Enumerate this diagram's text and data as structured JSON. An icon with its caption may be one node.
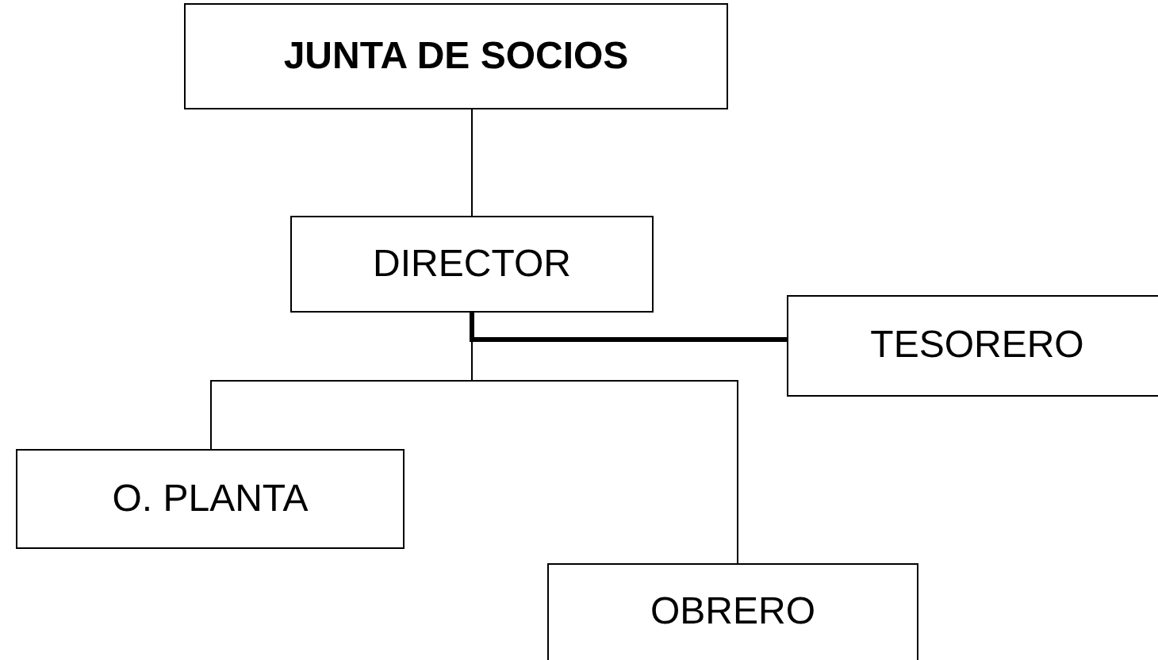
{
  "diagram": {
    "nodes": [
      {
        "text": [
          "JUNTA DE SOCIOS"
        ]
      },
      {
        "text": [
          "DIRECTOR"
        ]
      },
      {
        "text": [
          "TESORERO"
        ]
      },
      {
        "text": [
          "O. PLANTA"
        ]
      },
      {
        "text": [
          "OBRERO"
        ]
      }
    ],
    "edges": [
      {
        "from": 0,
        "to": 1,
        "arrow": "none"
      },
      {
        "from": 1,
        "to": 2,
        "arrow": "none",
        "style": "thick"
      },
      {
        "from": 1,
        "to": 3,
        "arrow": "none"
      },
      {
        "from": 1,
        "to": 4,
        "arrow": "none"
      }
    ]
  }
}
